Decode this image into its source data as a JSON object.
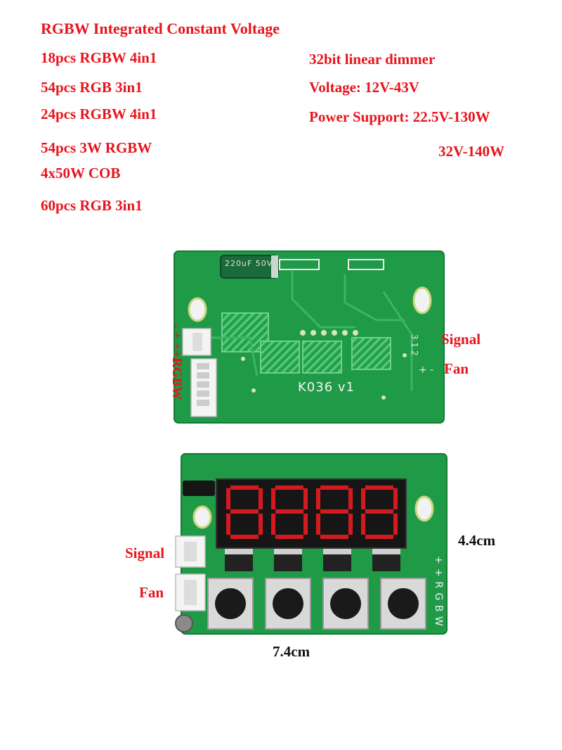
{
  "heading": "RGBW Integrated Constant Voltage",
  "left_list": [
    "18pcs RGBW 4in1",
    "54pcs RGB 3in1",
    "24pcs RGBW 4in1",
    "54pcs 3W RGBW",
    "4x50W COB",
    "60pcs RGB 3in1"
  ],
  "right_list": {
    "dimmer": "32bit linear dimmer",
    "voltage": "Voltage: 12V-43V",
    "power": "Power Support: 22.5V-130W",
    "power_2": "32V-140W"
  },
  "top_board": {
    "signal_label": "Signal",
    "fan_label": "Fan",
    "connector_label": "- + ++RGBW",
    "model_label": "K036 v1",
    "capacitor_label": "220uF 50V"
  },
  "bottom_board": {
    "signal_label": "Signal",
    "fan_label": "Fan",
    "height_label": "4.4cm",
    "width_label": "7.4cm",
    "side_label": "+ + R G B W"
  },
  "colors": {
    "text_red": "#e8141c",
    "pcb_green": "#1f9a47",
    "display_red": "#d51a1f"
  }
}
